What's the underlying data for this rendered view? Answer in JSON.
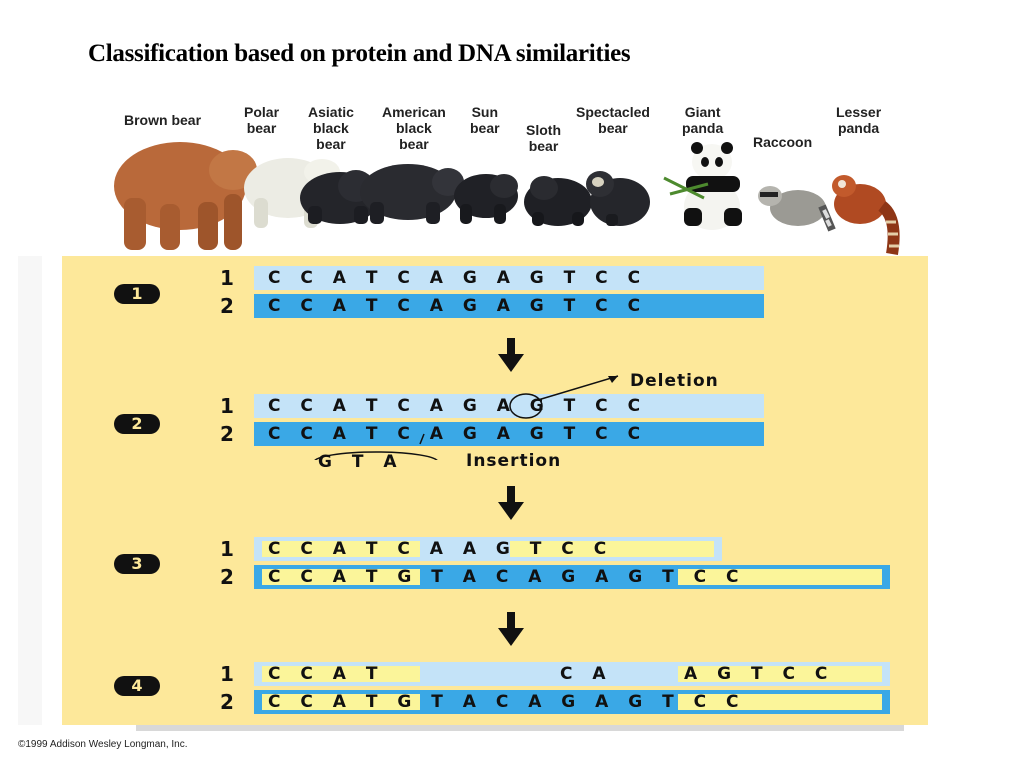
{
  "title": "Classification based on protein and DNA similarities",
  "animals": [
    {
      "label": "Brown bear"
    },
    {
      "label": "Polar\nbear"
    },
    {
      "label": "Asiatic\nblack\nbear"
    },
    {
      "label": "American\nblack\nbear"
    },
    {
      "label": "Sun\nbear"
    },
    {
      "label": "Sloth\nbear"
    },
    {
      "label": "Spectacled\nbear"
    },
    {
      "label": "Giant\npanda"
    },
    {
      "label": "Raccoon"
    },
    {
      "label": "Lesser\npanda"
    }
  ],
  "steps": [
    {
      "badge": "1",
      "row1": "1",
      "row2": "2",
      "seq1": "C C A T C A G A G T C C",
      "seq2": "C C A T C A G A G T C C"
    },
    {
      "badge": "2",
      "row1": "1",
      "row2": "2",
      "seq1": "C C A T C A G A G T C C",
      "seq2": "C C A T C A G A G T C C",
      "deletion_label": "Deletion",
      "insertion_seq": "G T A",
      "insertion_label": "Insertion"
    },
    {
      "badge": "3",
      "row1": "1",
      "row2": "2",
      "seq1": "C C A T C A A G T C C",
      "seq2": "C C A T G T A C A G A G T C C"
    },
    {
      "badge": "4",
      "row1": "1",
      "row2": "2",
      "seq1_a": "C C A T",
      "seq1_b": "C A",
      "seq1_c": "A G T C C",
      "seq2": "C C A T G T A C A G A G T C C"
    }
  ],
  "copyright": "©1999 Addison Wesley Longman, Inc.",
  "colors": {
    "panel": "#fde89a",
    "light_bar": "#c4e3f8",
    "dark_bar": "#3aa8e6",
    "highlight": "#fbf59a"
  }
}
